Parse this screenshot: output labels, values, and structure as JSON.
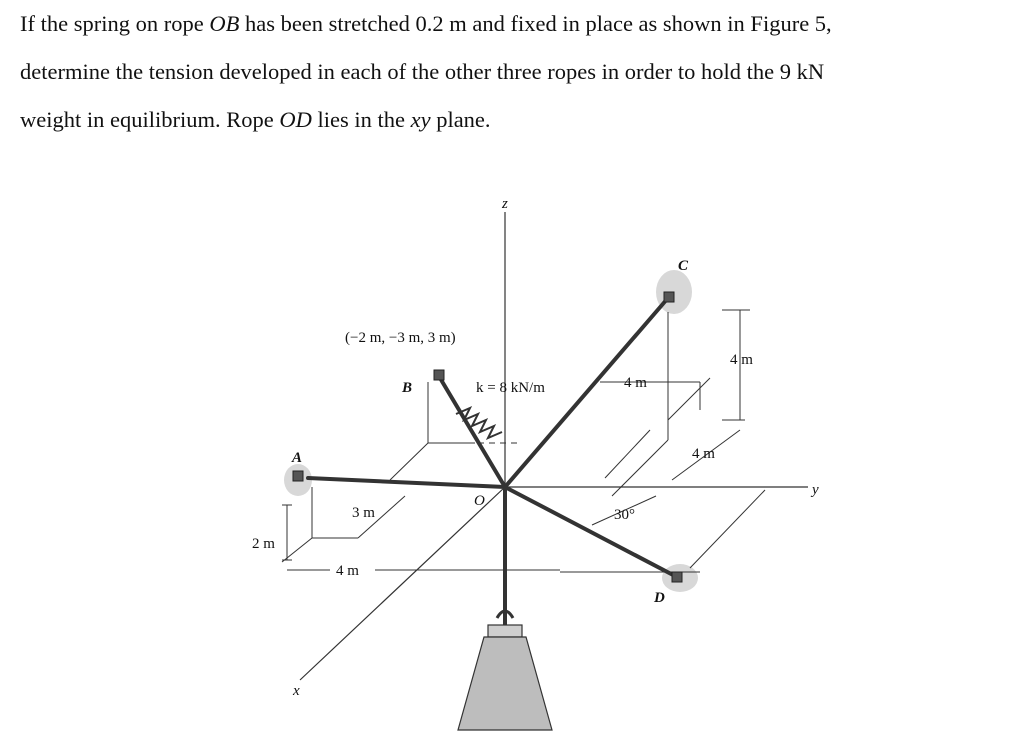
{
  "problem": {
    "line1": [
      "If the spring on rope ",
      "OB",
      " has been stretched 0.2 m and fixed in place as shown in Figure 5,"
    ],
    "line2": "determine the tension developed in each of the other three ropes in order to hold the 9 kN",
    "line3": [
      "weight in equilibrium. Rope ",
      "OD",
      " lies in the ",
      "xy",
      " plane."
    ]
  },
  "figure": {
    "axis_z": "z",
    "axis_y": "y",
    "axis_x": "x",
    "origin": "O",
    "point_A": "A",
    "point_B": "B",
    "point_C": "C",
    "point_D": "D",
    "coord_B": "(−2 m, −3 m, 3 m)",
    "spring_k": "k = 8 kN/m",
    "dim_3m": "3 m",
    "dim_4m_x": "4 m",
    "dim_2m": "2 m",
    "dim_4m_top": "4 m",
    "dim_4m_vert": "4 m",
    "dim_4m_right": "4 m",
    "angle_30": "30°"
  },
  "colors": {
    "rope": "#333333",
    "line": "#333333",
    "weight": "#bdbdbd",
    "shadow": "#d8d8d8"
  }
}
